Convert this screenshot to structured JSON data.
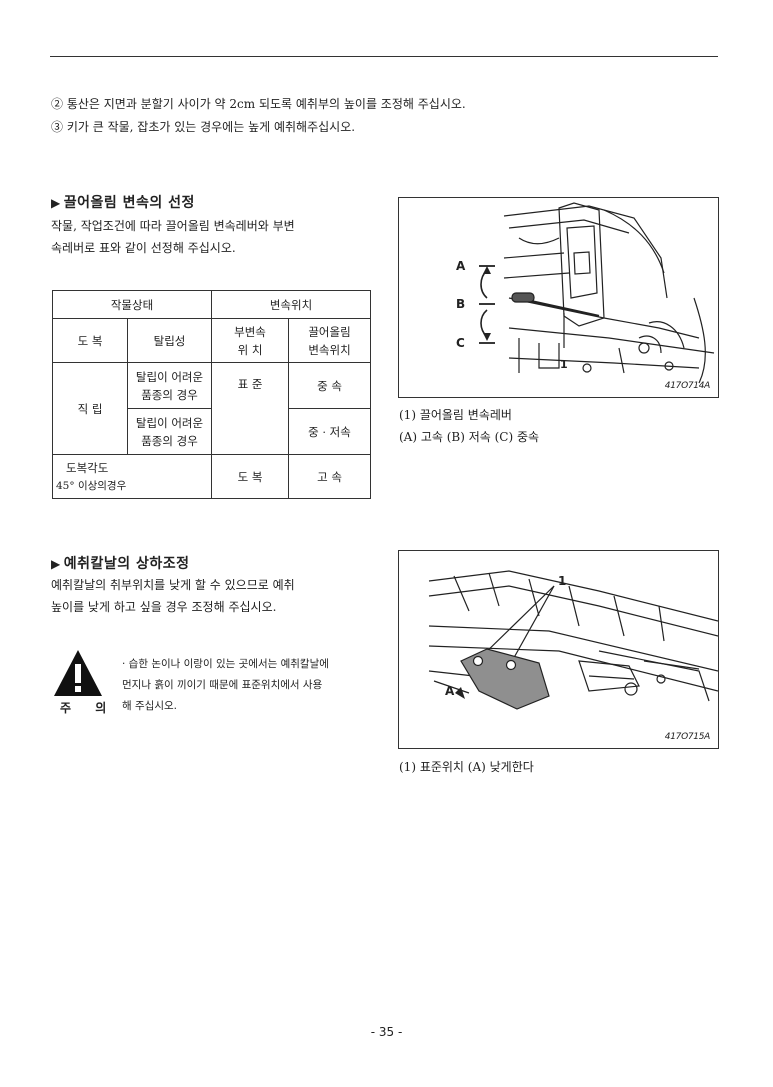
{
  "intro": {
    "line1": "② 통산은 지면과 분할기 사이가 약 2cm 되도록 예취부의 높이를 조정해 주십시오.",
    "line2": "③ 키가 큰 작물, 잡초가 있는 경우에는 높게 예취해주십시오."
  },
  "section1": {
    "title": "끌어올림 변속의 선정",
    "para_line1": "작물, 작업조건에 따라 끌어올림 변속레버와 부변",
    "para_line2": "속레버로 표와 같이 선정해 주십시오."
  },
  "table": {
    "h_crop_state": "작물상태",
    "h_shift_pos": "변속위치",
    "h_lodging": "도 복",
    "h_shedding": "탈립성",
    "h_sub_line1": "부변속",
    "h_sub_line2": "위 치",
    "h_lift_line1": "끌어올림",
    "h_lift_line2": "변속위치",
    "r_standing": "직 립",
    "r1_shed_line1": "탈립이 어려운",
    "r1_shed_line2": "품종의 경우",
    "r1_sub": "표 준",
    "r1_lift": "중 속",
    "r2_shed_line1": "탈립이 어려운",
    "r2_shed_line2": "품종의 경우",
    "r2_lift": "중 · 저속",
    "r3_lodging_line1": "도복각도",
    "r3_lodging_line2": "45° 이상의경우",
    "r3_sub": "도 복",
    "r3_lift": "고 속"
  },
  "figure1": {
    "label_a": "A",
    "label_b": "B",
    "label_c": "C",
    "label_1": "1",
    "code": "417O714A",
    "caption_line1": "(1)  끌어올림 변속레버",
    "caption_line2": "(A)  고속      (B)  저속      (C)  중속"
  },
  "section2": {
    "title": "예취칼날의 상하조정",
    "para_line1": "예취칼날의 취부위치를 낮게 할 수 있으므로 예취",
    "para_line2": "높이를 낮게 하고 싶을 경우 조정해 주십시오."
  },
  "caution": {
    "label": "주 의",
    "line1": "· 습한 논이나 이랑이 있는 곳에서는 예취칼날에",
    "line2": "먼지나 흙이 끼이기 때문에 표준위치에서 사용",
    "line3": "해 주십시오."
  },
  "figure2": {
    "label_1": "1",
    "label_a": "A",
    "code": "417O715A",
    "caption": "(1)  표준위치          (A)  낮게한다"
  },
  "page_number": "- 35 -"
}
